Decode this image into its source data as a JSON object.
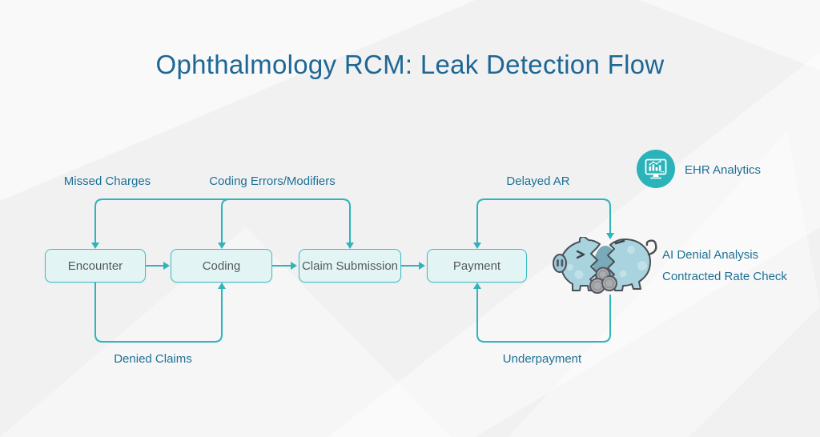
{
  "title": "Ophthalmology RCM: Leak Detection Flow",
  "flow": {
    "nodes": [
      {
        "label": "Encounter"
      },
      {
        "label": "Coding"
      },
      {
        "label": "Claim Submission"
      },
      {
        "label": "Payment"
      }
    ],
    "leaks": {
      "missed_charges": "Missed Charges",
      "coding_errors": "Coding Errors/Modifiers",
      "delayed_ar": "Delayed AR",
      "denied_claims": "Denied Claims",
      "underpayment": "Underpayment"
    }
  },
  "annotations": {
    "ehr_analytics": "EHR Analytics",
    "ai_denial_analysis": "AI Denial Analysis",
    "contracted_rate_check": "Contracted Rate Check"
  },
  "icons": {
    "ehr": "monitor-analytics-icon",
    "piggy": "broken-piggy-bank-icon"
  },
  "colors": {
    "title_text": "#1e6795",
    "label_text": "#1e7095",
    "connector": "#2eb5bb",
    "node_fill": "#e2f4f4",
    "node_border": "#3fbdc2",
    "node_text": "#58595c",
    "ehr_badge": "#2bb3ba",
    "piggy_body": "#a9d3de",
    "background": "#f1f1f2"
  }
}
